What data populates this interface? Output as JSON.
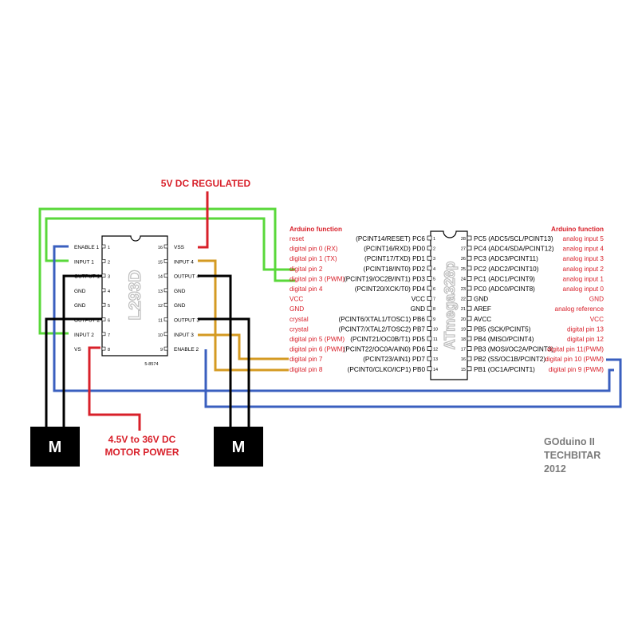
{
  "annotations": {
    "regulated": "5V DC REGULATED",
    "motor_power_1": "4.5V to 36V DC",
    "motor_power_2": "MOTOR POWER",
    "credit_1": "GOduino II",
    "credit_2": "TECHBITAR",
    "credit_3": "2012"
  },
  "l293d": {
    "name": "L293D",
    "part_no": "5-8574",
    "left_pins": [
      {
        "num": "1",
        "label": "ENABLE 1"
      },
      {
        "num": "2",
        "label": "INPUT 1"
      },
      {
        "num": "3",
        "label": "OUTPUT 1"
      },
      {
        "num": "4",
        "label": "GND"
      },
      {
        "num": "5",
        "label": "GND"
      },
      {
        "num": "6",
        "label": "OUTPUT 2"
      },
      {
        "num": "7",
        "label": "INPUT 2"
      },
      {
        "num": "8",
        "label": "VS"
      }
    ],
    "right_pins": [
      {
        "num": "16",
        "label": "VSS"
      },
      {
        "num": "15",
        "label": "INPUT 4"
      },
      {
        "num": "14",
        "label": "OUTPUT 4"
      },
      {
        "num": "13",
        "label": "GND"
      },
      {
        "num": "12",
        "label": "GND"
      },
      {
        "num": "11",
        "label": "OUTPUT 3"
      },
      {
        "num": "10",
        "label": "INPUT 3"
      },
      {
        "num": "9",
        "label": "ENABLE 2"
      }
    ]
  },
  "atmega": {
    "name": "ATmega328p",
    "left_header": "Arduino function",
    "right_header": "Arduino function",
    "left_pins": [
      {
        "num": "1",
        "pin": "(PCINT14/RESET) PC6",
        "func": "reset"
      },
      {
        "num": "2",
        "pin": "(PCINT16/RXD) PD0",
        "func": "digital pin 0 (RX)"
      },
      {
        "num": "3",
        "pin": "(PCINT17/TXD) PD1",
        "func": "digital pin 1 (TX)"
      },
      {
        "num": "4",
        "pin": "(PCINT18/INT0) PD2",
        "func": "digital pin 2"
      },
      {
        "num": "5",
        "pin": "(PCINT19/OC2B/INT1) PD3",
        "func": "digital pin 3 (PWM)"
      },
      {
        "num": "6",
        "pin": "(PCINT20/XCK/T0) PD4",
        "func": "digital pin 4"
      },
      {
        "num": "7",
        "pin": "VCC",
        "func": "VCC"
      },
      {
        "num": "8",
        "pin": "GND",
        "func": "GND"
      },
      {
        "num": "9",
        "pin": "(PCINT6/XTAL1/TOSC1) PB6",
        "func": "crystal"
      },
      {
        "num": "10",
        "pin": "(PCINT7/XTAL2/TOSC2) PB7",
        "func": "crystal"
      },
      {
        "num": "11",
        "pin": "(PCINT21/OC0B/T1) PD5",
        "func": "digital pin 5 (PWM)"
      },
      {
        "num": "12",
        "pin": "(PCINT22/OC0A/AIN0) PD6",
        "func": "digital pin 6 (PWM)"
      },
      {
        "num": "13",
        "pin": "(PCINT23/AIN1) PD7",
        "func": "digital pin 7"
      },
      {
        "num": "14",
        "pin": "(PCINT0/CLKO/ICP1) PB0",
        "func": "digital pin 8"
      }
    ],
    "right_pins": [
      {
        "num": "28",
        "pin": "PC5 (ADC5/SCL/PCINT13)",
        "func": "analog input 5"
      },
      {
        "num": "27",
        "pin": "PC4 (ADC4/SDA/PCINT12)",
        "func": "analog input 4"
      },
      {
        "num": "26",
        "pin": "PC3 (ADC3/PCINT11)",
        "func": "analog input 3"
      },
      {
        "num": "25",
        "pin": "PC2 (ADC2/PCINT10)",
        "func": "analog input 2"
      },
      {
        "num": "24",
        "pin": "PC1 (ADC1/PCINT9)",
        "func": "analog input 1"
      },
      {
        "num": "23",
        "pin": "PC0 (ADC0/PCINT8)",
        "func": "analog input 0"
      },
      {
        "num": "22",
        "pin": "GND",
        "func": "GND"
      },
      {
        "num": "21",
        "pin": "AREF",
        "func": "analog reference"
      },
      {
        "num": "20",
        "pin": "AVCC",
        "func": "VCC"
      },
      {
        "num": "19",
        "pin": "PB5 (SCK/PCINT5)",
        "func": "digital pin 13"
      },
      {
        "num": "18",
        "pin": "PB4 (MISO/PCINT4)",
        "func": "digital pin 12"
      },
      {
        "num": "17",
        "pin": "PB3 (MOSI/OC2A/PCINT3)",
        "func": "digital pin 11(PWM)"
      },
      {
        "num": "16",
        "pin": "PB2 (SS/OC1B/PCINT2)",
        "func": "digital pin 10 (PWM)"
      },
      {
        "num": "15",
        "pin": "PB1 (OC1A/PCINT1)",
        "func": "digital pin 9 (PWM)"
      }
    ]
  },
  "motors": [
    {
      "label": "M"
    },
    {
      "label": "M"
    }
  ],
  "colors": {
    "green": "#59d83a",
    "blue": "#3a5fbf",
    "orange": "#d49a22",
    "red": "#d8202a",
    "black": "#000000",
    "credit": "#7a7a7a"
  }
}
